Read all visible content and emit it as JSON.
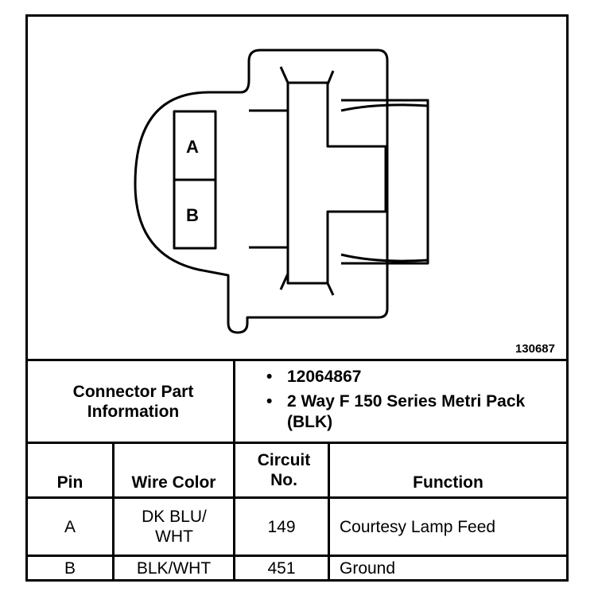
{
  "figure": {
    "id": "130687",
    "cavities": [
      "A",
      "B"
    ]
  },
  "connector": {
    "label": "Connector Part Information",
    "details": [
      "12064867",
      "2 Way F 150 Series Metri Pack (BLK)"
    ]
  },
  "table": {
    "headers": {
      "pin": "Pin",
      "wire_color": "Wire Color",
      "circuit": "Circuit No.",
      "function": "Function"
    },
    "rows": [
      {
        "pin": "A",
        "wire_color": "DK BLU/ WHT",
        "circuit": "149",
        "function": "Courtesy Lamp Feed"
      },
      {
        "pin": "B",
        "wire_color": "BLK/WHT",
        "circuit": "451",
        "function": "Ground"
      }
    ]
  }
}
